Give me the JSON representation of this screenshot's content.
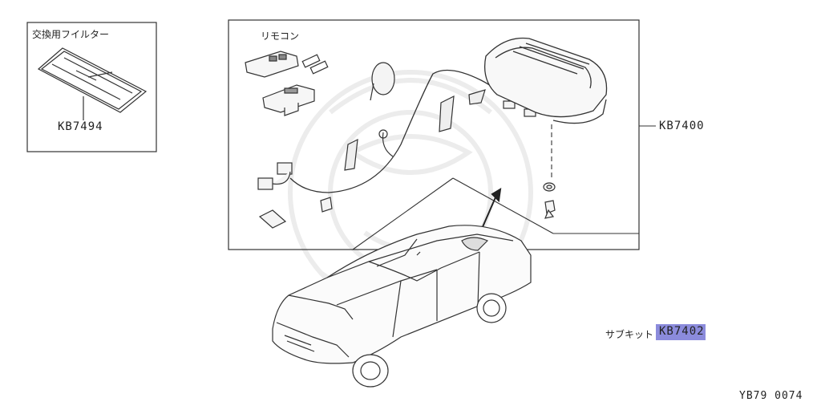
{
  "filter_box": {
    "title": "交換用フイルター",
    "part_number": "KB7494"
  },
  "remote_box": {
    "title": "リモコン",
    "part_number": "KB7400"
  },
  "subkit": {
    "label": "サブキット",
    "part_number": "KB7402",
    "highlight_color": "#8b8bdc"
  },
  "diagram_code": "YB79 0074"
}
